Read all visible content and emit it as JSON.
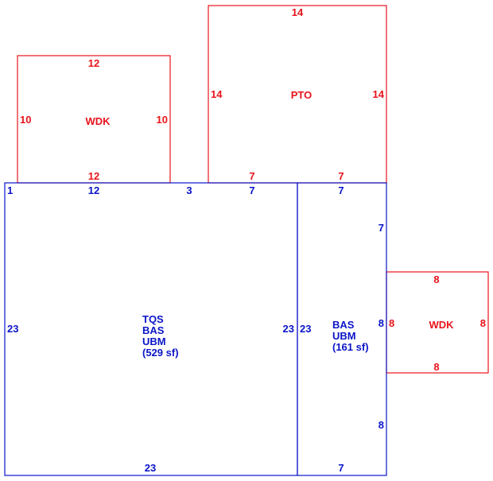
{
  "colors": {
    "addition": "#e8141b",
    "main": "#0a14c8"
  },
  "wdk_left": {
    "label": "WDK",
    "top": "12",
    "bottom": "12",
    "left": "10",
    "right": "10"
  },
  "pto": {
    "label": "PTO",
    "top": "14",
    "left": "14",
    "right": "14",
    "bottom_left": "7",
    "bottom_right": "7"
  },
  "wdk_right": {
    "label": "WDK",
    "top": "8",
    "bottom": "8",
    "left": "8",
    "right": "8"
  },
  "main_area": {
    "codes": [
      "TQS",
      "BAS",
      "UBM"
    ],
    "area": "(529 sf)",
    "top_seg_1": "1",
    "top_seg_2": "12",
    "top_seg_3": "3",
    "top_seg_4": "7",
    "left": "23",
    "right": "23",
    "bottom": "23"
  },
  "side_area": {
    "codes": [
      "BAS",
      "UBM"
    ],
    "area": "(161 sf)",
    "top": "7",
    "left": "23",
    "right_upper": "7",
    "right_middle": "8",
    "right_lower": "8",
    "bottom": "7"
  }
}
